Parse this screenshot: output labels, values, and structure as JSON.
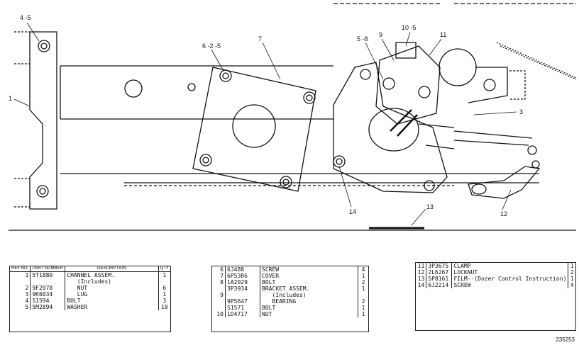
{
  "callouts": {
    "c_4_5": "4 -5",
    "c_1": "1",
    "c_6_2_5": "6 -2 -5",
    "c_7": "7",
    "c_5_8": "5 -8",
    "c_9": "9",
    "c_10_5": "10 -5",
    "c_11": "11",
    "c_3": "3",
    "c_14": "14",
    "c_13": "13",
    "c_12": "12"
  },
  "table_headers": {
    "ref": "REF NO.",
    "part": "PART NUMBER",
    "desc": "DESCRIPTION",
    "qty": "QTY"
  },
  "table1": [
    {
      "ref": "1",
      "part": "5T1880",
      "desc": "CHANNEL ASSEM.",
      "qty": "1"
    },
    {
      "ref": "",
      "part": "",
      "desc": "   (Includes)",
      "qty": ""
    },
    {
      "ref": "2",
      "part": "9F2978",
      "desc": "   NUT",
      "qty": "6"
    },
    {
      "ref": "3",
      "part": "9K6034",
      "desc": "   LUG",
      "qty": "1"
    },
    {
      "ref": "4",
      "part": "S1594",
      "desc": "BOLT",
      "qty": "3"
    },
    {
      "ref": "5",
      "part": "5M2894",
      "desc": "WASHER",
      "qty": "10"
    }
  ],
  "table2": [
    {
      "ref": "6",
      "part": "6J488",
      "desc": "SCREW",
      "qty": "4"
    },
    {
      "ref": "7",
      "part": "6P5386",
      "desc": "COVER",
      "qty": "1"
    },
    {
      "ref": "8",
      "part": "1A2029",
      "desc": "BOLT",
      "qty": "2"
    },
    {
      "ref": "",
      "part": "3P3934",
      "desc": "BRACKET ASSEM.",
      "qty": "1"
    },
    {
      "ref": "9",
      "part": "",
      "desc": "   (Includes)",
      "qty": ""
    },
    {
      "ref": "",
      "part": "9P5647",
      "desc": "   BEARING",
      "qty": "2"
    },
    {
      "ref": "",
      "part": "S1571",
      "desc": "BOLT",
      "qty": "1"
    },
    {
      "ref": "10",
      "part": "1D4717",
      "desc": "NUT",
      "qty": "1"
    }
  ],
  "table3": [
    {
      "ref": "11",
      "part": "3P3675",
      "desc": "CLAMP",
      "qty": "1"
    },
    {
      "ref": "12",
      "part": "2L6267",
      "desc": "LOCKNUT",
      "qty": "2"
    },
    {
      "ref": "13",
      "part": "5P8161",
      "desc": "FILM--(Dozer Control Instruction)",
      "qty": "1"
    },
    {
      "ref": "14",
      "part": "6J2214",
      "desc": "SCREW",
      "qty": "4"
    }
  ],
  "stamp": "235253"
}
